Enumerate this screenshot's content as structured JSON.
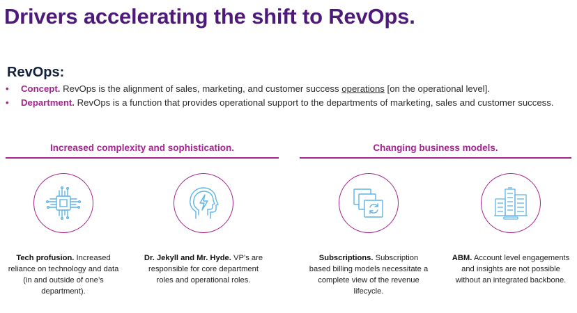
{
  "title": "Drivers accelerating the shift to RevOps.",
  "revops_heading": "RevOps:",
  "bullets": [
    {
      "term": "Concept.",
      "text_before": " RevOps is the alignment of sales, marketing, and customer success ",
      "link": "operations",
      "text_after": " [on the operational level]."
    },
    {
      "term": "Department.",
      "text_before": " RevOps is a function that provides operational support to the departments of marketing, sales and customer success.",
      "link": "",
      "text_after": ""
    }
  ],
  "sections": [
    {
      "heading": "Increased complexity and sophistication."
    },
    {
      "heading": "Changing business models."
    }
  ],
  "cards": [
    {
      "icon": "microchip-icon",
      "bold": "Tech profusion.",
      "text": " Increased reliance on technology and data (in and outside of one’s department)."
    },
    {
      "icon": "head-lightning-icon",
      "bold": "Dr. Jekyll and Mr. Hyde.",
      "text": " VP’s are responsible for core department roles and operational roles."
    },
    {
      "icon": "subscription-cycle-icon",
      "bold": "Subscriptions.",
      "text": " Subscription based billing models necessitate a complete view of the revenue lifecycle."
    },
    {
      "icon": "buildings-icon",
      "bold": "ABM.",
      "text": " Account level engagements and insights are not possible without an integrated backbone."
    }
  ],
  "colors": {
    "title": "#4e1a7a",
    "accent": "#a4238e",
    "heading": "#14213d",
    "icon_stroke": "#5fb4e6"
  }
}
